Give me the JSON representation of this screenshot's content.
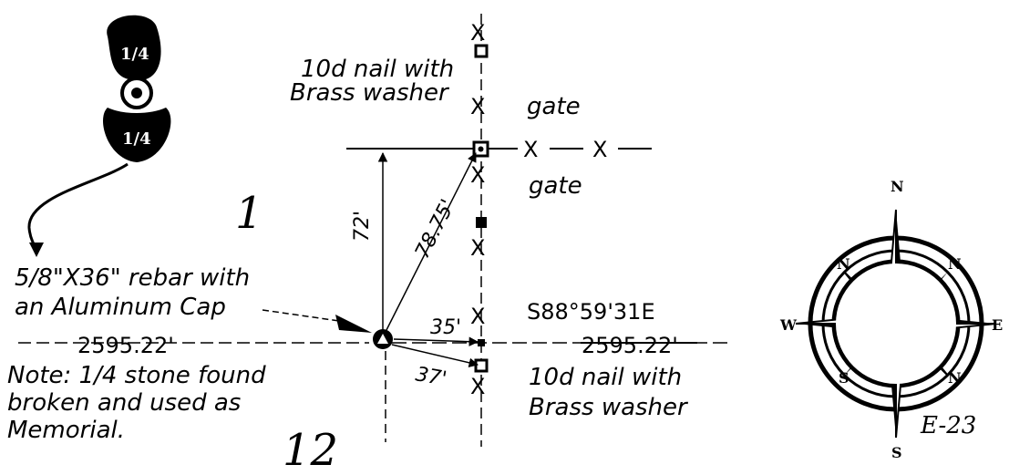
{
  "labels": {
    "nail_top_line1": "10d nail with",
    "nail_top_line2": "Brass washer",
    "gate_top": "gate",
    "gate_mid": "gate",
    "rebar_line1": "5/8\"X36\" rebar with",
    "rebar_line2": "an Aluminum Cap",
    "note_line1": "Note: 1/4 stone found",
    "note_line2": "broken and used as",
    "note_line3": "Memorial.",
    "nail_bottom_line1": "10d nail with",
    "nail_bottom_line2": "Brass washer",
    "bearing": "S88°59'31E",
    "sheet_id": "E-23"
  },
  "dimensions": {
    "left_distance": "2595.22'",
    "right_distance": "2595.22'",
    "vertical": "72'",
    "diagonal": "78.75'",
    "east": "35'",
    "southeast": "37'"
  },
  "lots": {
    "upper": "1",
    "lower": "12"
  },
  "stone": {
    "top_fraction": "1/4",
    "bottom_fraction": "1/4"
  },
  "fence_symbol": "X",
  "compass": {
    "north": "N",
    "south": "S",
    "east": "E",
    "west": "W",
    "ne": "N",
    "nw": "N",
    "se": "N",
    "sw": "S"
  },
  "colors": {
    "ink": "#000000",
    "paper": "#ffffff"
  }
}
